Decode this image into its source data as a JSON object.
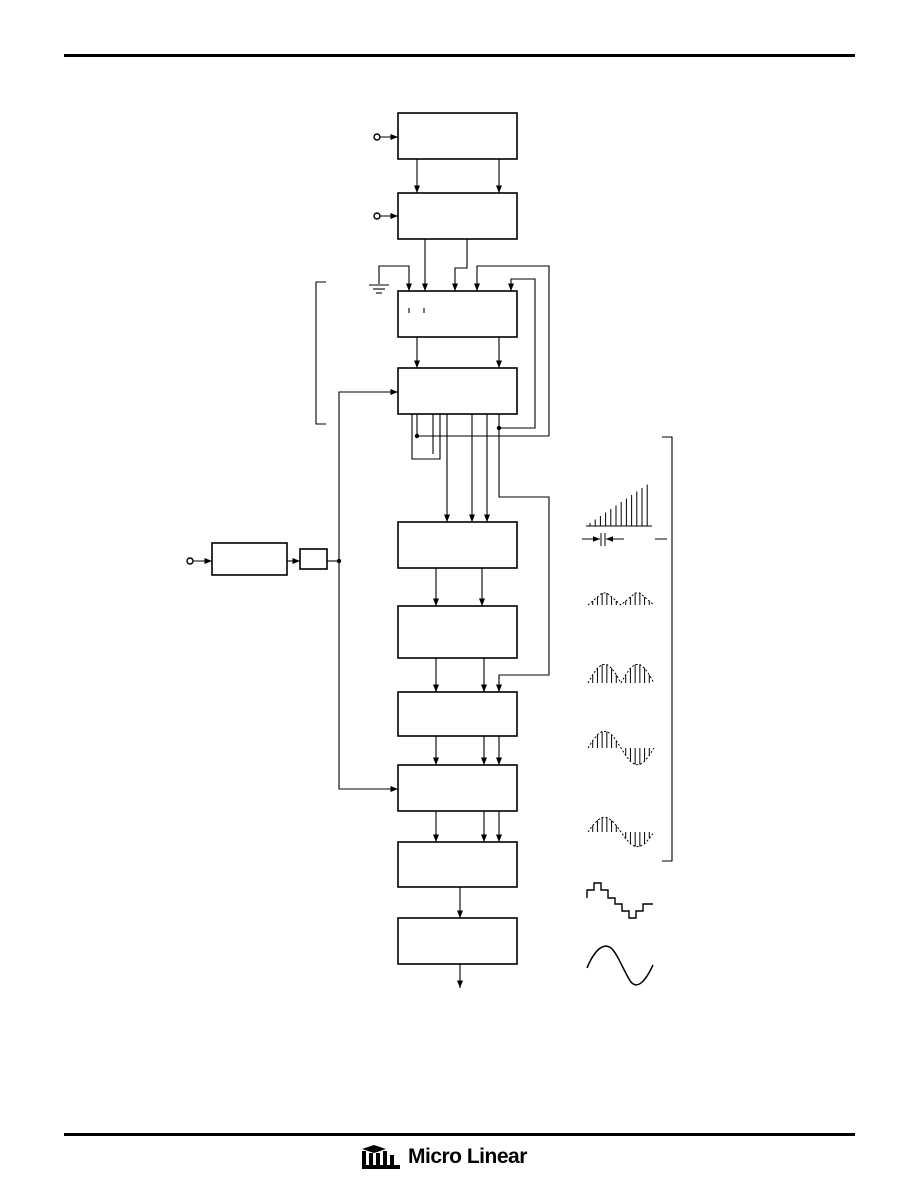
{
  "blocks": [
    {
      "id": "block-1"
    },
    {
      "id": "block-2"
    },
    {
      "id": "block-3"
    },
    {
      "id": "block-4"
    },
    {
      "id": "block-5"
    },
    {
      "id": "block-6"
    },
    {
      "id": "block-7"
    },
    {
      "id": "block-8"
    },
    {
      "id": "block-9"
    },
    {
      "id": "block-10"
    },
    {
      "id": "input-block"
    },
    {
      "id": "small-block"
    }
  ],
  "waveforms": [
    "ramp",
    "triangle-sampled",
    "rectified-sine-sampled",
    "sine-sampled",
    "sine-sampled-2",
    "staircase-sine",
    "smooth-sine"
  ],
  "footer": {
    "brand": "Micro Linear",
    "logo_icon": "micro-linear-logo-icon"
  },
  "colors": {
    "line": "#000000",
    "background": "#ffffff"
  }
}
